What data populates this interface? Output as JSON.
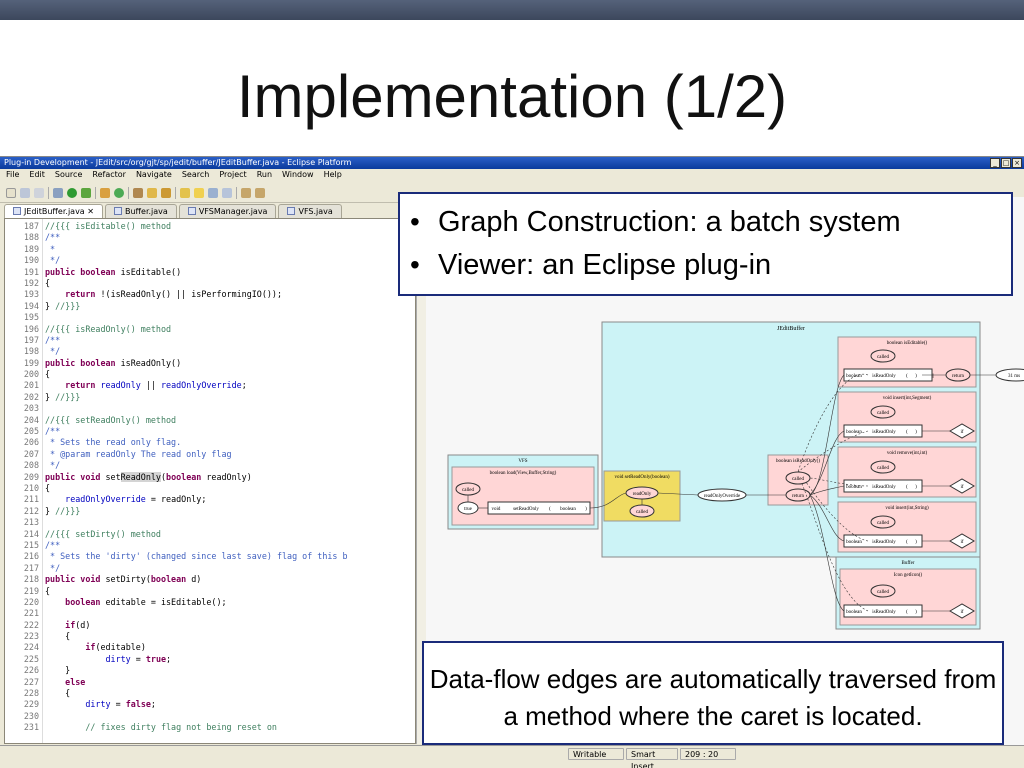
{
  "slide": {
    "title": "Implementation (1/2)",
    "bullets": [
      "Graph Construction: a batch system",
      "Viewer: an Eclipse plug-in"
    ],
    "callout": "Data-flow edges are automatically traversed from a method where the caret is located."
  },
  "window": {
    "title": "Plug-in Development - JEdit/src/org/gjt/sp/jedit/buffer/JEditBuffer.java - Eclipse Platform",
    "controls": [
      "_",
      "□",
      "×"
    ]
  },
  "menu": [
    "File",
    "Edit",
    "Source",
    "Refactor",
    "Navigate",
    "Search",
    "Project",
    "Run",
    "Window",
    "Help"
  ],
  "tabs": [
    "JEditBuffer.java",
    "Buffer.java",
    "VFSManager.java",
    "VFS.java"
  ],
  "editor": {
    "lines": [
      {
        "n": "187",
        "html": "<span class='c'>//{{{ isEditable() method</span>"
      },
      {
        "n": "188",
        "html": "<span class='d'>/**</span>"
      },
      {
        "n": "189",
        "html": "<span class='d'> *</span>"
      },
      {
        "n": "190",
        "html": "<span class='d'> */</span>"
      },
      {
        "n": "191",
        "html": "<span class='k'>public boolean</span> isEditable()"
      },
      {
        "n": "192",
        "html": "{"
      },
      {
        "n": "193",
        "html": "    <span class='k'>return</span> !(isReadOnly() || isPerformingIO());"
      },
      {
        "n": "194",
        "html": "} <span class='c'>//}}}</span>"
      },
      {
        "n": "195",
        "html": ""
      },
      {
        "n": "196",
        "html": "<span class='c'>//{{{ isReadOnly() method</span>"
      },
      {
        "n": "197",
        "html": "<span class='d'>/**</span>"
      },
      {
        "n": "198",
        "html": "<span class='d'> */</span>"
      },
      {
        "n": "199",
        "html": "<span class='k'>public boolean</span> isReadOnly()"
      },
      {
        "n": "200",
        "html": "{"
      },
      {
        "n": "201",
        "html": "    <span class='k'>return</span> <span class='f'>readOnly</span> || <span class='f'>readOnlyOverride</span>;"
      },
      {
        "n": "202",
        "html": "} <span class='c'>//}}}</span>"
      },
      {
        "n": "203",
        "html": ""
      },
      {
        "n": "204",
        "html": "<span class='c'>//{{{ setReadOnly() method</span>"
      },
      {
        "n": "205",
        "html": "<span class='d'>/**</span>"
      },
      {
        "n": "206",
        "html": "<span class='d'> * Sets the read only flag.</span>"
      },
      {
        "n": "207",
        "html": "<span class='d'> * @param readOnly The read only flag</span>"
      },
      {
        "n": "208",
        "html": "<span class='d'> */</span>"
      },
      {
        "n": "209",
        "html": "<span class='k'>public void</span> set<span style='background:#d4d4d4'>ReadOnly</span>(<span class='k'>boolean</span> readOnly)"
      },
      {
        "n": "210",
        "html": "{"
      },
      {
        "n": "211",
        "html": "    <span class='f'>readOnlyOverride</span> = readOnly;"
      },
      {
        "n": "212",
        "html": "} <span class='c'>//}}}</span>"
      },
      {
        "n": "213",
        "html": ""
      },
      {
        "n": "214",
        "html": "<span class='c'>//{{{ setDirty() method</span>"
      },
      {
        "n": "215",
        "html": "<span class='d'>/**</span>"
      },
      {
        "n": "216",
        "html": "<span class='d'> * Sets the 'dirty' (changed since last save) flag of this b</span>"
      },
      {
        "n": "217",
        "html": "<span class='d'> */</span>"
      },
      {
        "n": "218",
        "html": "<span class='k'>public void</span> setDirty(<span class='k'>boolean</span> d)"
      },
      {
        "n": "219",
        "html": "{"
      },
      {
        "n": "220",
        "html": "    <span class='k'>boolean</span> editable = isEditable();"
      },
      {
        "n": "221",
        "html": ""
      },
      {
        "n": "222",
        "html": "    <span class='k'>if</span>(d)"
      },
      {
        "n": "223",
        "html": "    {"
      },
      {
        "n": "224",
        "html": "        <span class='k'>if</span>(editable)"
      },
      {
        "n": "225",
        "html": "            <span class='f'>dirty</span> = <span class='k'>true</span>;"
      },
      {
        "n": "226",
        "html": "    }"
      },
      {
        "n": "227",
        "html": "    <span class='k'>else</span>"
      },
      {
        "n": "228",
        "html": "    {"
      },
      {
        "n": "229",
        "html": "        <span class='f'>dirty</span> = <span class='k'>false</span>;"
      },
      {
        "n": "230",
        "html": ""
      },
      {
        "n": "231",
        "html": "        <span class='c'>// fixes dirty flag not being reset on</span>"
      }
    ]
  },
  "graph": {
    "jeditbuffer": "JEditBuffer",
    "vfs": "VFS",
    "buffer": "Buffer",
    "m_iseditable": "boolean isEditable()",
    "m_insert_segment": "void insert(int,Segment)",
    "m_remove": "void remove(int,int)",
    "m_insert_string": "void insert(int,String)",
    "m_isreadonly": "boolean isReadOnly()",
    "m_setreadonly": "void setReadOnly(boolean)",
    "m_load": "boolean load(View,Buffer,String)",
    "m_geticon": "Icon getIcon()",
    "called": "called",
    "return": "return",
    "readonly": "readOnly",
    "readonlyoverride": "readOnlyOverride",
    "true": "true",
    "void": "void",
    "setreadonly": "setReadOnly",
    "boolean": "boolean",
    "isreadonly": "isReadOnly",
    "lparen": "(",
    "rparen": ")",
    "excl": "!",
    "oror": "||",
    "if": "if",
    "out": "31 ms",
    "lpipe": "||"
  },
  "status": {
    "writable": "Writable",
    "insert_mode": "Smart Insert",
    "position": "209 : 20"
  }
}
